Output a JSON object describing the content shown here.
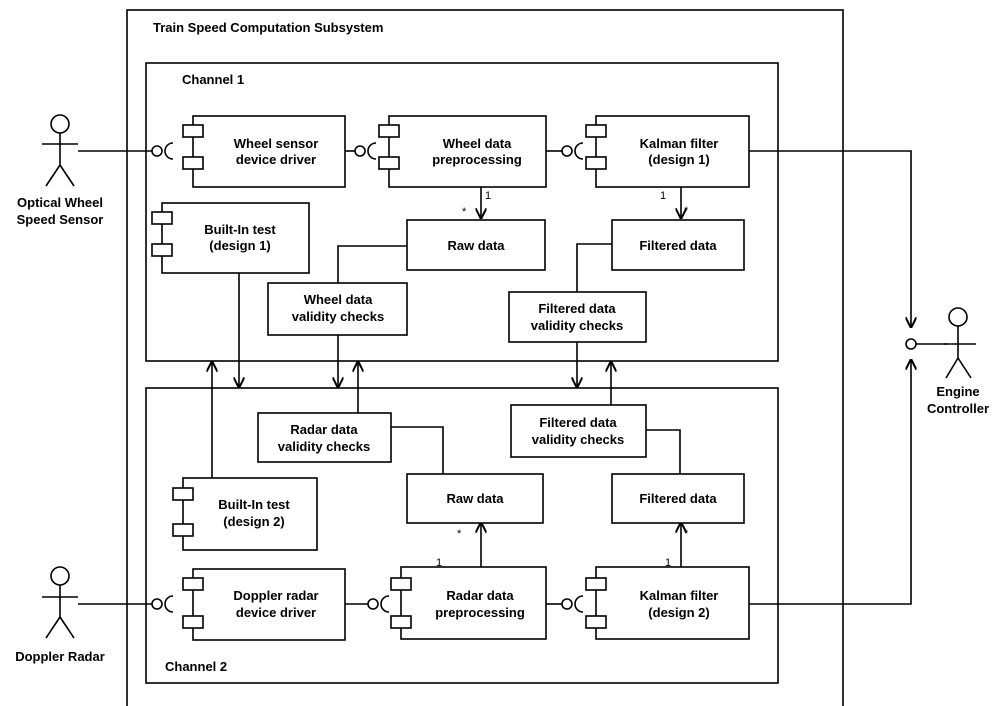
{
  "subsystem": {
    "title": "Train Speed Computation Subsystem"
  },
  "channel1": {
    "title": "Channel 1",
    "wheel_driver": [
      "Wheel sensor",
      "device driver"
    ],
    "wheel_pre": [
      "Wheel data",
      "preprocessing"
    ],
    "kalman1": [
      "Kalman filter",
      "(design 1)"
    ],
    "bit1": [
      "Built-In test",
      "(design 1)"
    ],
    "raw": "Raw data",
    "filtered": "Filtered data",
    "wheel_valid": [
      "Wheel data",
      "validity checks"
    ],
    "filtered_valid": [
      "Filtered data",
      "validity checks"
    ]
  },
  "channel2": {
    "title": "Channel 2",
    "radar_valid": [
      "Radar data",
      "validity checks"
    ],
    "filtered_valid": [
      "Filtered data",
      "validity checks"
    ],
    "raw": "Raw data",
    "filtered": "Filtered data",
    "bit2": [
      "Built-In test",
      "(design 2)"
    ],
    "radar_driver": [
      "Doppler radar",
      "device driver"
    ],
    "radar_pre": [
      "Radar data",
      "preprocessing"
    ],
    "kalman2": [
      "Kalman filter",
      "(design 2)"
    ]
  },
  "actors": {
    "optical": [
      "Optical Wheel",
      "Speed Sensor"
    ],
    "doppler": "Doppler Radar",
    "engine": [
      "Engine",
      "Controller"
    ]
  },
  "multiplicity": {
    "one": "1",
    "many": "*"
  }
}
